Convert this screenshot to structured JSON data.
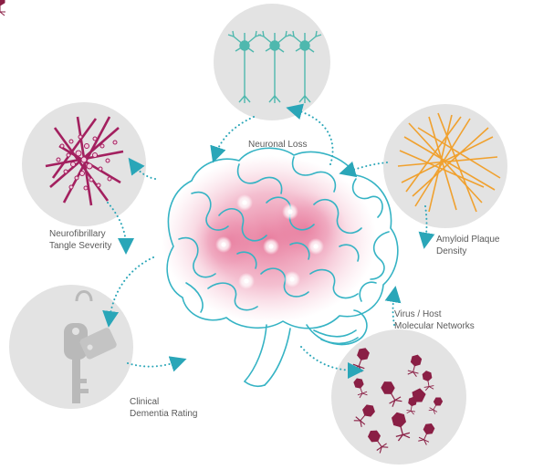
{
  "labels": {
    "neuronal_loss": [
      "Neuronal Loss"
    ],
    "amyloid": [
      "Amyloid Plaque",
      "Density"
    ],
    "tangle": [
      "Neurofibrillary",
      "Tangle Severity"
    ],
    "virus": [
      "Virus / Host",
      "Molecular Networks"
    ],
    "dementia": [
      "Clinical",
      "Dementia Rating"
    ]
  },
  "colors": {
    "brain_outline": "#35b3c4",
    "arrow": "#2aa6b8",
    "circle_fill": "#e3e3e3",
    "neuron": "#4fb8ae",
    "amyloid": "#f0a12f",
    "tangle": "#a3205f",
    "virus": "#8a1f45",
    "key": "#b9b9b9",
    "glow": "#e0507c",
    "text": "#5a5a5a"
  },
  "icons": [
    "neuron-icon",
    "amyloid-fiber-icon",
    "tangle-icon",
    "virus-icon",
    "key-icon",
    "brain-icon"
  ]
}
